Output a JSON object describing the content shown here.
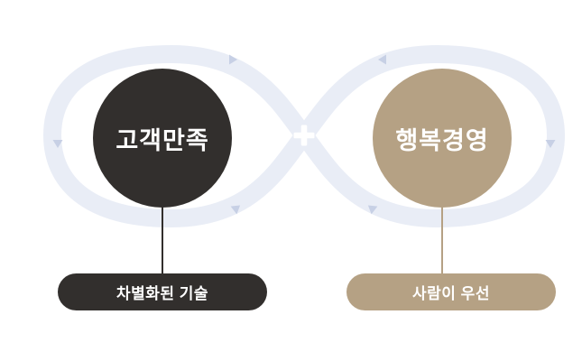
{
  "colors": {
    "loop": "#e9edf6",
    "arrow": "#c7d0e5",
    "dark": "#322f2d",
    "tan": "#b5a184",
    "plus": "#ffffff"
  },
  "infinity_diagram": {
    "left_circle_label": "고객만족",
    "right_circle_label": "행복경영",
    "plus_symbol": "+",
    "left_tag_label": "차별화된 기술",
    "right_tag_label": "사람이 우선"
  }
}
